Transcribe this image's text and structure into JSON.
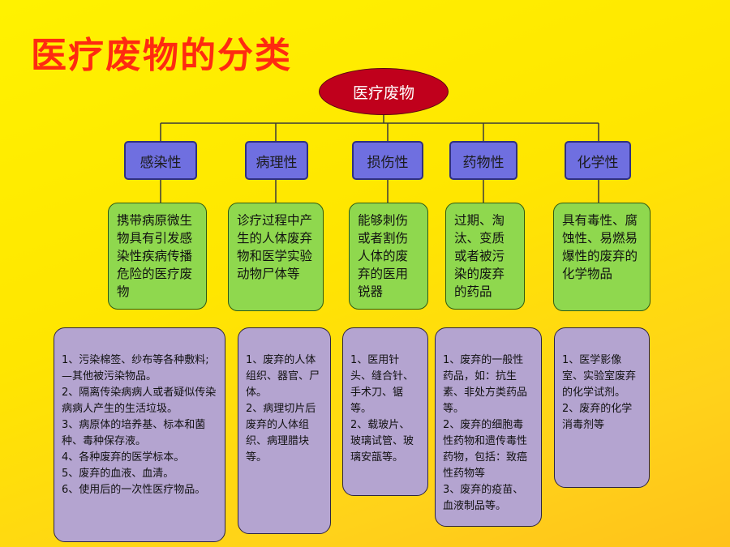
{
  "title": "医疗废物的分类",
  "root": "医疗废物",
  "columns": [
    {
      "category": "感染性",
      "description": "携带病原微生物具有引发感染性疾病传播危险的医疗废物",
      "examples": "1、污染棉签、纱布等各种敷料;—其他被污染物品。\n2、隔离传染病病人或者疑似传染病病人产生的生活垃圾。\n3、病原体的培养基、标本和菌种、毒种保存液。\n4、各种废弃的医学标本。\n5、废弃的血液、血清。\n6、使用后的一次性医疗物品。"
    },
    {
      "category": "病理性",
      "description": "诊疗过程中产生的人体废弃物和医学实验动物尸体等",
      "examples": "1、废弃的人体组织、器官、尸体。\n2、病理切片后废弃的人体组织、病理腊块等。"
    },
    {
      "category": "损伤性",
      "description": "能够刺伤或者割伤人体的废弃的医用锐器",
      "examples": "1、医用针头、缝合针、手术刀、锯等。\n2、载玻片、玻璃试管、玻璃安瓿等。"
    },
    {
      "category": "药物性",
      "description": "过期、淘汰、变质或者被污染的废弃的药品",
      "examples": "1、废弃的一般性药品，如：抗生素、非处方类药品等。\n2、废弃的细胞毒性药物和遗传毒性药物，包括：致癌性药物等\n3、废弃的疫苗、血液制品等。"
    },
    {
      "category": "化学性",
      "description": "具有毒性、腐蚀性、易燃易爆性的废弃的化学物品",
      "examples": "1、医学影像室、实验室废弃的化学试剂。\n2、废弃的化学消毒剂等"
    }
  ]
}
